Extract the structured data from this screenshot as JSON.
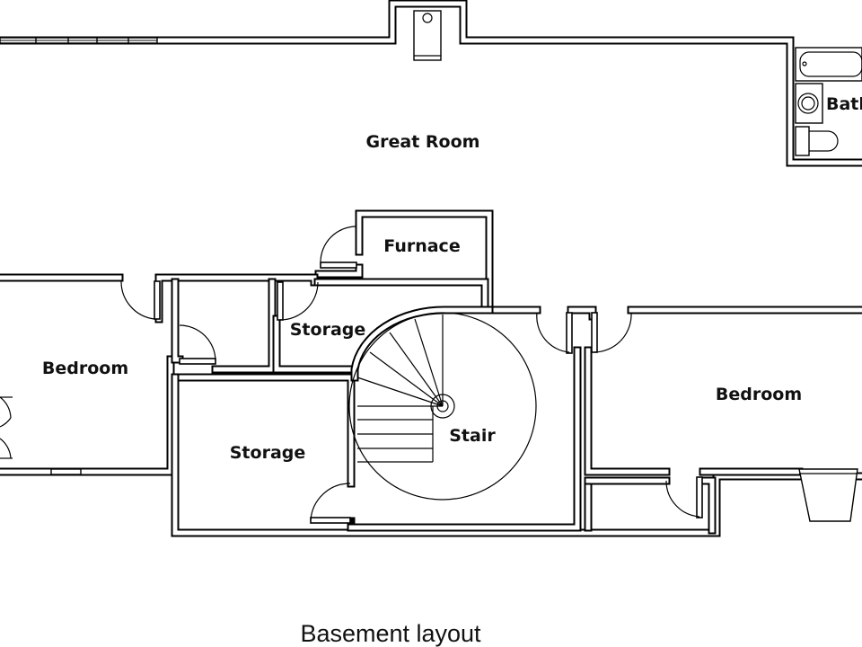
{
  "plan": {
    "title": "Basement layout",
    "rooms": {
      "great_room": "Great Room",
      "bath": "Bath",
      "furnace": "Furnace",
      "storage_upper": "Storage",
      "storage_lower": "Storage",
      "bedroom_left": "Bedroom",
      "bedroom_right": "Bedroom",
      "stair": "Stair"
    }
  }
}
